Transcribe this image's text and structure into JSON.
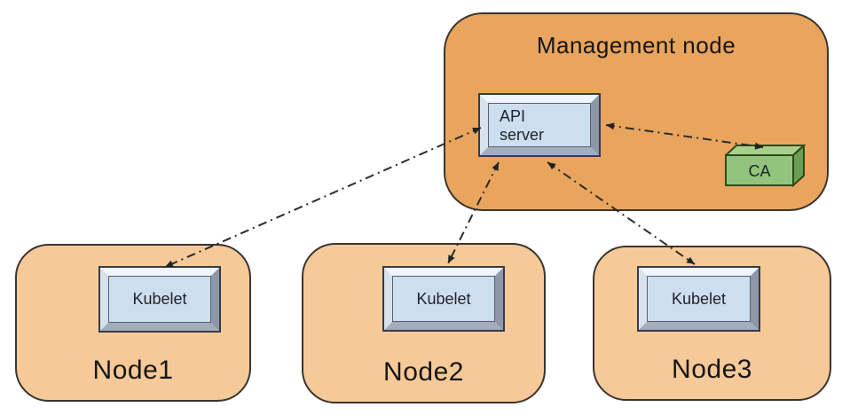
{
  "figure": {
    "type": "cluster-architecture-diagram",
    "management_node": {
      "title": "Management node",
      "api_server_label": "API server",
      "ca_label": "CA"
    },
    "worker_nodes": [
      {
        "label": "Node1",
        "component_label": "Kubelet"
      },
      {
        "label": "Node2",
        "component_label": "Kubelet"
      },
      {
        "label": "Node3",
        "component_label": "Kubelet"
      }
    ],
    "connections": [
      {
        "from": "API server",
        "to": "Kubelet (Node1)",
        "style": "dash-dot",
        "bidirectional": true
      },
      {
        "from": "API server",
        "to": "Kubelet (Node2)",
        "style": "dash-dot",
        "bidirectional": true
      },
      {
        "from": "API server",
        "to": "Kubelet (Node3)",
        "style": "dash-dot",
        "bidirectional": true
      },
      {
        "from": "API server",
        "to": "CA",
        "style": "dash-dot",
        "bidirectional": true
      }
    ],
    "colors": {
      "management_node_fill": "#e9a55e",
      "worker_node_fill": "#f6c998",
      "component_fill": "#cddef0",
      "ca_front_fill": "#93c47d",
      "ca_top_fill": "#a8d08d",
      "ca_side_fill": "#6b9e50",
      "arrow": "#2b2b2b"
    }
  }
}
